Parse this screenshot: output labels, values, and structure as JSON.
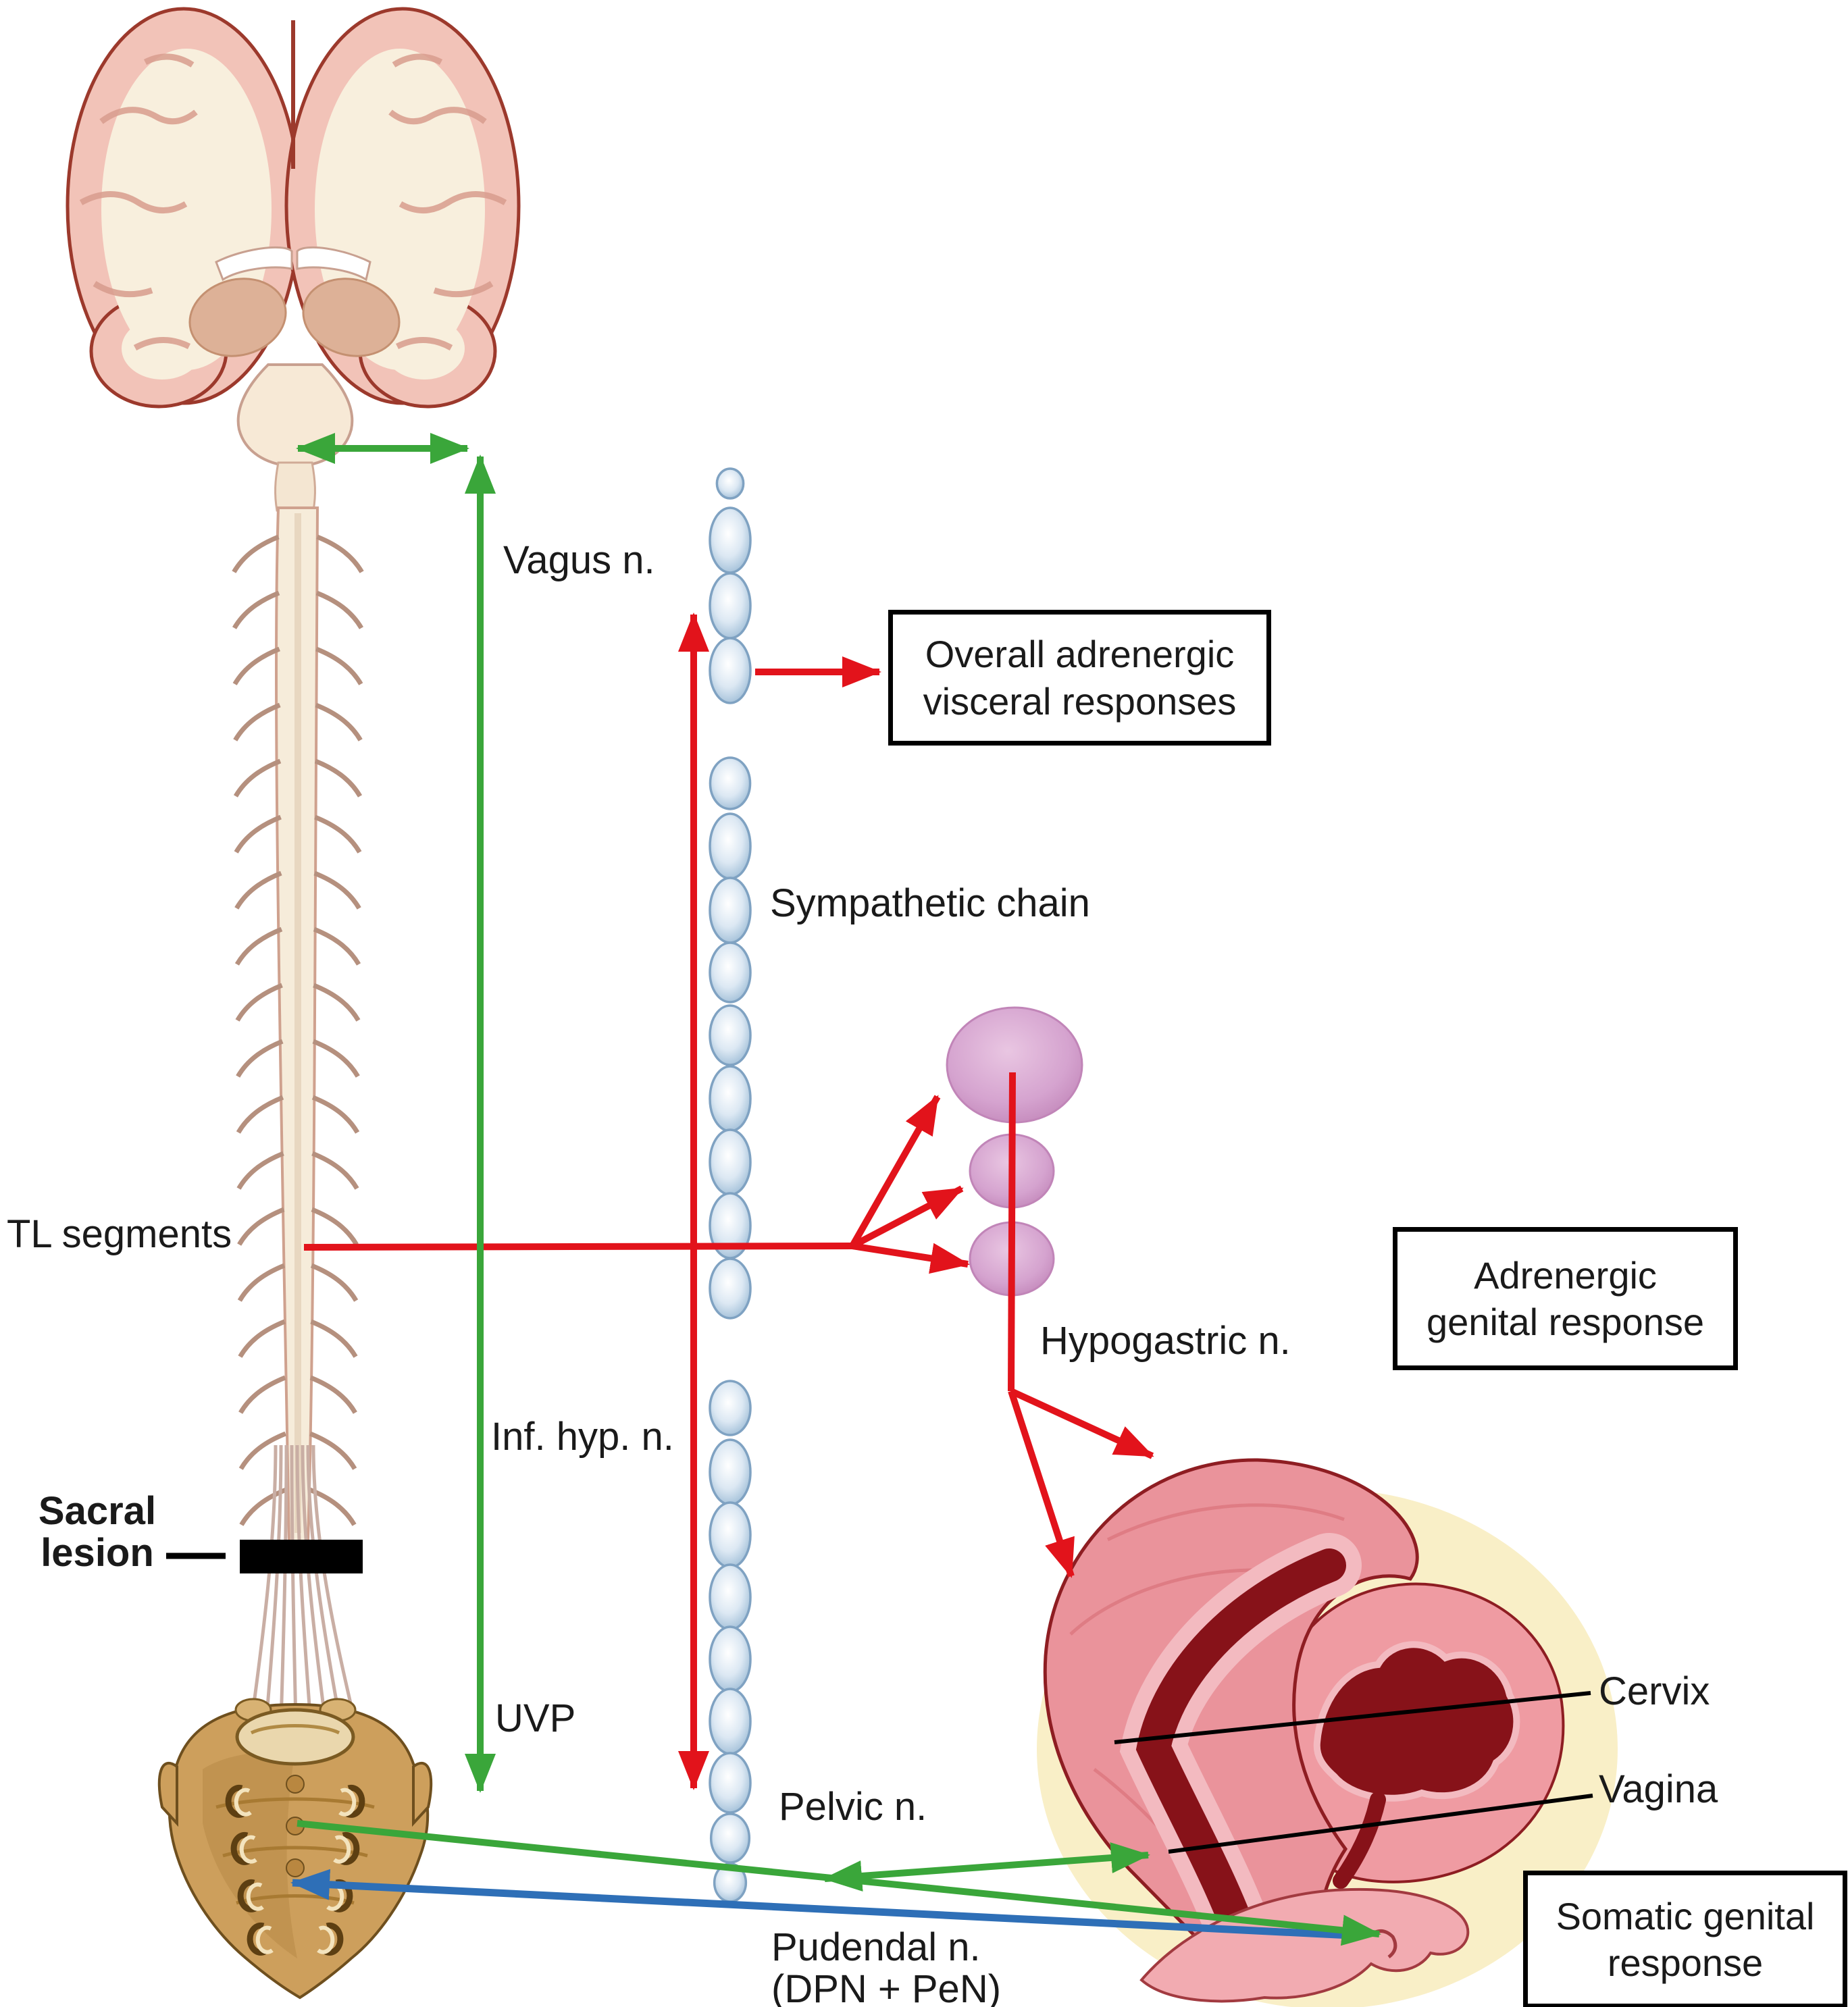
{
  "labels": {
    "vagus": "Vagus n.",
    "sympathetic_chain": "Sympathetic chain",
    "tl_segments": "TL segments",
    "hypogastric": "Hypogastric n.",
    "inf_hyp": "Inf. hyp. n.",
    "sacral_lesion": {
      "line1": "Sacral",
      "line2": "lesion"
    },
    "uvp": "UVP",
    "pelvic": "Pelvic n.",
    "pudendal": {
      "line1": "Pudendal n.",
      "line2": "(DPN + PeN)"
    },
    "cervix": "Cervix",
    "vagina": "Vagina"
  },
  "boxes": {
    "overall_adrenergic": {
      "line1": "Overall adrenergic",
      "line2": "visceral responses"
    },
    "adrenergic_genital": {
      "line1": "Adrenergic",
      "line2": "genital response"
    },
    "somatic_genital": {
      "line1": "Somatic genital",
      "line2": "response"
    }
  },
  "colors": {
    "arrow_green": "#3aa63a",
    "arrow_red": "#e2131b",
    "arrow_blue": "#2e6fb7",
    "pointer_black": "#000000",
    "lesion_bar": "#000000",
    "chain_bead_edge": "#7fa2c2",
    "ganglion_fill": "#d5a3cf",
    "text": "#1a1a1a",
    "box_border": "#000000",
    "box_background": "#ffffff"
  }
}
